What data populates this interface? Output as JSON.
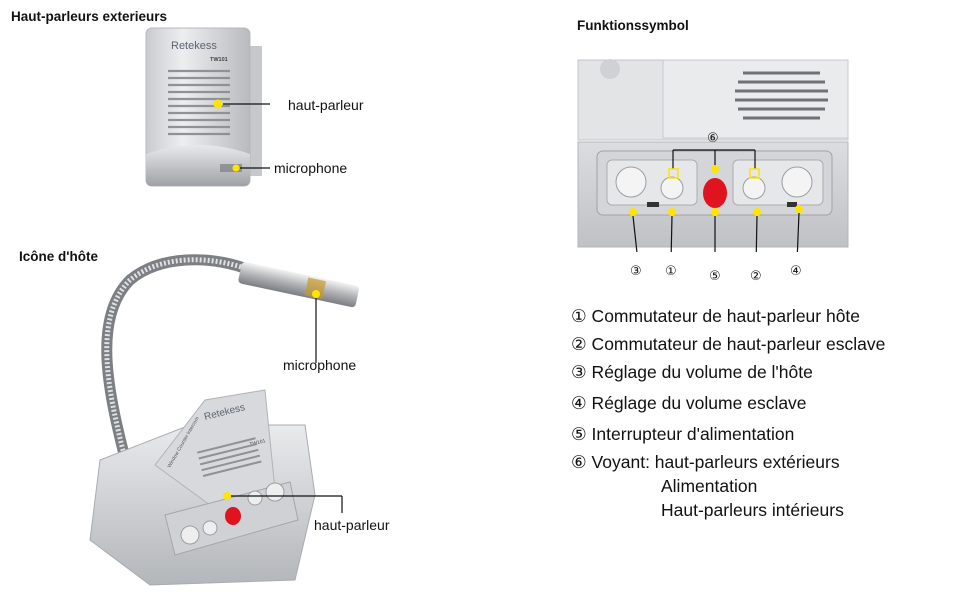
{
  "outdoor": {
    "title": "Haut-parleurs exterieurs",
    "brand": "Retekess",
    "model": "TW101",
    "label_speaker": "haut-parleur",
    "label_microphone": "microphone"
  },
  "host": {
    "title": "Icône d'hôte",
    "brand": "Retekess",
    "side_text": "Window Counter Intercom",
    "model": "TW101",
    "label_microphone": "microphone",
    "label_speaker": "haut-parleur"
  },
  "functions": {
    "title": "Funktionssymbol",
    "markers": {
      "indicator": "⑥",
      "host_volume": "③",
      "host_speaker": "①",
      "power": "⑤",
      "slave_speaker": "②",
      "slave_volume": "④"
    },
    "legend": [
      "① Commutateur de haut-parleur hôte",
      "② Commutateur de haut-parleur esclave",
      "③   Réglage du volume de l'hôte",
      "④ Réglage du volume esclave",
      "⑤  Interrupteur d'alimentation",
      "⑥ Voyant: haut-parleurs extérieurs"
    ],
    "legend_sub": [
      "Alimentation",
      "Haut-parleurs intérieurs"
    ]
  },
  "colors": {
    "indicator_yellow": "#ffe400",
    "power_red": "#e0141e",
    "device_silver": "#dcdde0"
  }
}
